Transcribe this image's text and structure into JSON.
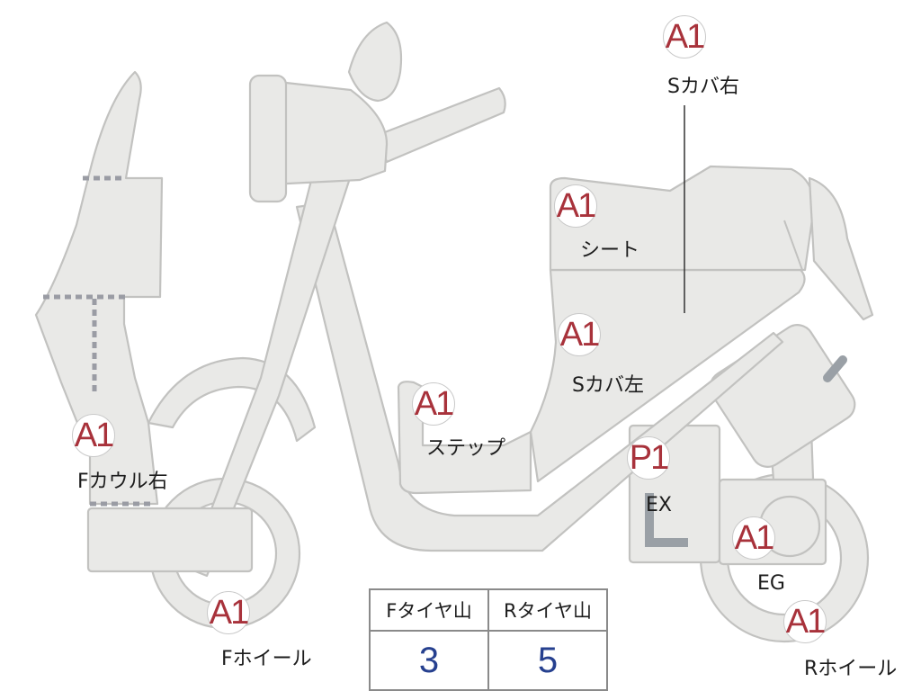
{
  "parts": [
    {
      "id": "s-cover-right",
      "grade": "A1",
      "label": "Sカバ右"
    },
    {
      "id": "seat",
      "grade": "A1",
      "label": "シート"
    },
    {
      "id": "s-cover-left",
      "grade": "A1",
      "label": "Sカバ左"
    },
    {
      "id": "step",
      "grade": "A1",
      "label": "ステップ"
    },
    {
      "id": "f-cowl-right",
      "grade": "A1",
      "label": "Fカウル右"
    },
    {
      "id": "exhaust",
      "grade": "P1",
      "label": "EX"
    },
    {
      "id": "engine",
      "grade": "A1",
      "label": "EG"
    },
    {
      "id": "f-wheel",
      "grade": "A1",
      "label": "Fホイール"
    },
    {
      "id": "r-wheel",
      "grade": "A1",
      "label": "Rホイール"
    }
  ],
  "tire_table": {
    "headers": [
      "Fタイヤ山",
      "Rタイヤ山"
    ],
    "values": [
      "3",
      "5"
    ]
  }
}
